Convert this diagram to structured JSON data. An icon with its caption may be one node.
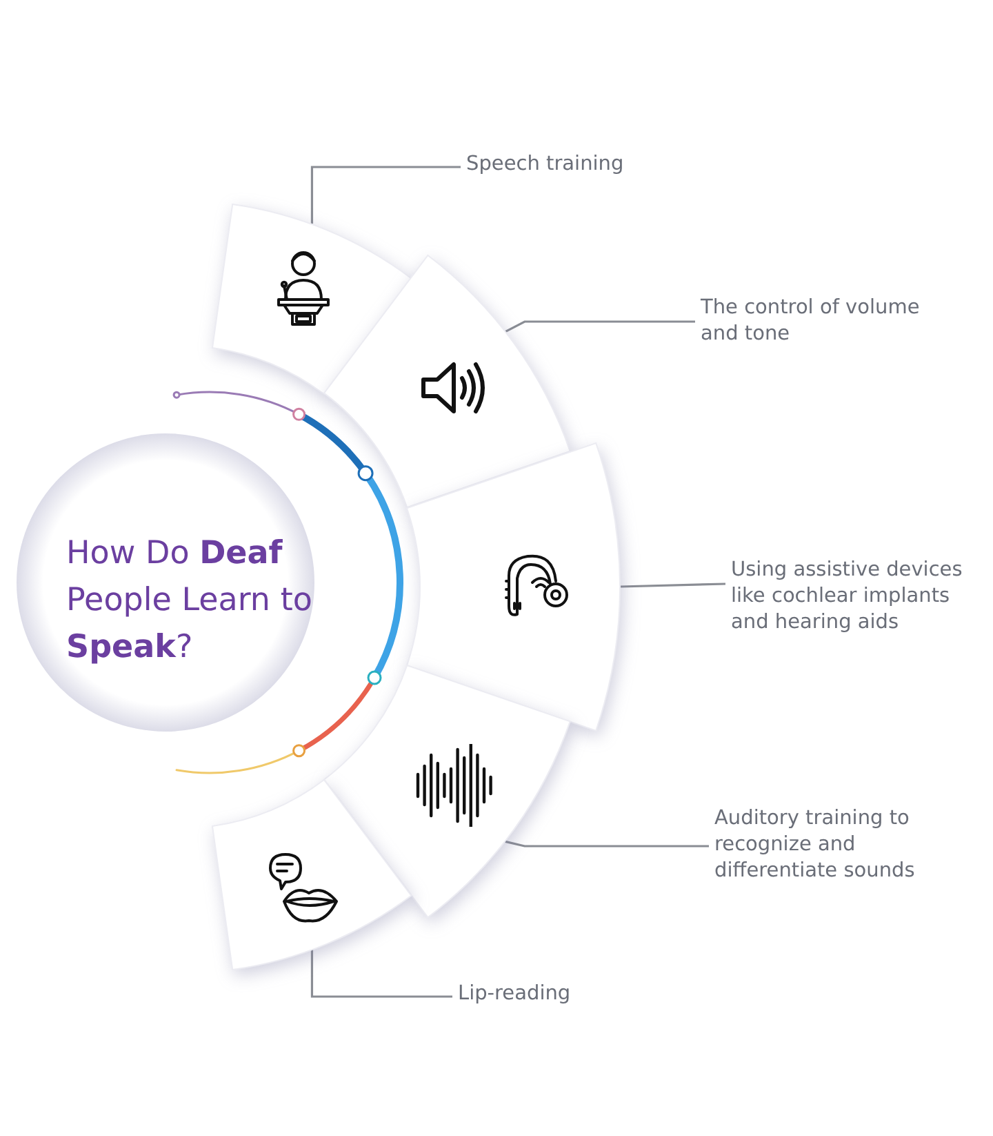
{
  "diagram": {
    "title": "How Do **Deaf** People Learn to **Speak**?",
    "nodes": [
      {
        "text": [
          "Speech training"
        ]
      },
      {
        "text": [],
        "shape": "picture"
      },
      {
        "text": [
          "The control of volume and tone"
        ]
      },
      {
        "text": [],
        "shape": "picture"
      },
      {
        "text": [
          "Using assistive devices like cochlear implants and hearing aids"
        ]
      },
      {
        "text": [],
        "shape": "picture"
      },
      {
        "text": [
          "Auditory training to recognize and differentiate sounds"
        ]
      },
      {
        "text": [],
        "shape": "picture"
      },
      {
        "text": [
          "Lip-reading"
        ]
      },
      {
        "text": [],
        "shape": "picture"
      }
    ],
    "edges": [
      {
        "from": 0,
        "to": 1,
        "arrow": "none"
      },
      {
        "from": 2,
        "to": 3,
        "arrow": "none"
      },
      {
        "from": 4,
        "to": 5,
        "arrow": "none"
      },
      {
        "from": 6,
        "to": 7,
        "arrow": "none"
      },
      {
        "from": 8,
        "to": 9,
        "arrow": "none"
      }
    ]
  }
}
